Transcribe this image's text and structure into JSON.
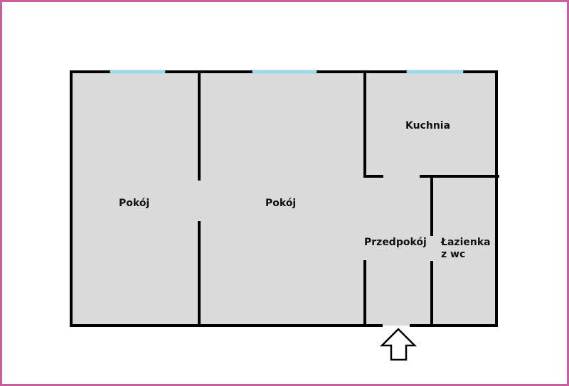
{
  "rooms": {
    "room1": "Pokój",
    "room2": "Pokój",
    "kitchen": "Kuchnia",
    "hall": "Przedpokój",
    "bathroom_line1": "Łazienka",
    "bathroom_line2": "z wc"
  },
  "colors": {
    "floor": "#dadada",
    "wall": "#000000",
    "window": "#9dd8e8",
    "frame": "#c8609c"
  }
}
